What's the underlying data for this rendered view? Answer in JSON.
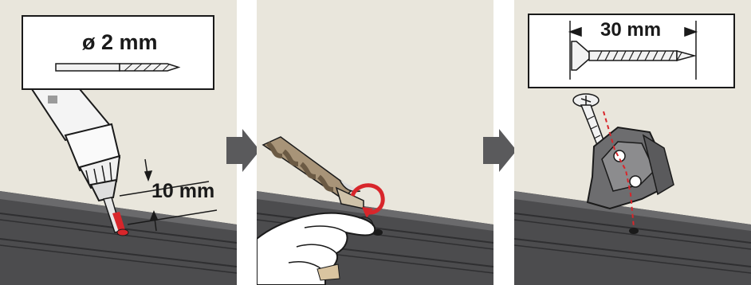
{
  "steps": [
    {
      "label": "ø 2 mm",
      "dimension_label": "10 mm"
    },
    {},
    {
      "label": "30 mm"
    }
  ],
  "colors": {
    "wall": "#e9e6dc",
    "deck": "#4c4c4e",
    "deck_dark": "#2f2f31",
    "step_arrow": "#5a5a5c",
    "accent_red": "#d8262b",
    "tape": "#8b7a62",
    "clip": "#6d6d6f"
  },
  "icons": [
    "drill-icon",
    "drill-bit-icon",
    "tape-icon",
    "finger-icon",
    "rotate-arrow-icon",
    "screw-icon",
    "clip-icon",
    "step-arrow-icon"
  ]
}
